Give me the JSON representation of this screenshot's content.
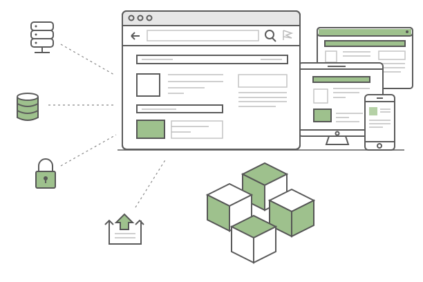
{
  "colors": {
    "accent": "#9ec18d",
    "accent_dark": "#6f9a5e",
    "stroke": "#5a5a5a",
    "chrome": "#e6e6e6"
  },
  "icons": [
    "server-icon",
    "database-icon",
    "lock-icon",
    "upload-icon",
    "browser-window",
    "desktop-monitor",
    "smartphone",
    "blocks-cluster"
  ]
}
